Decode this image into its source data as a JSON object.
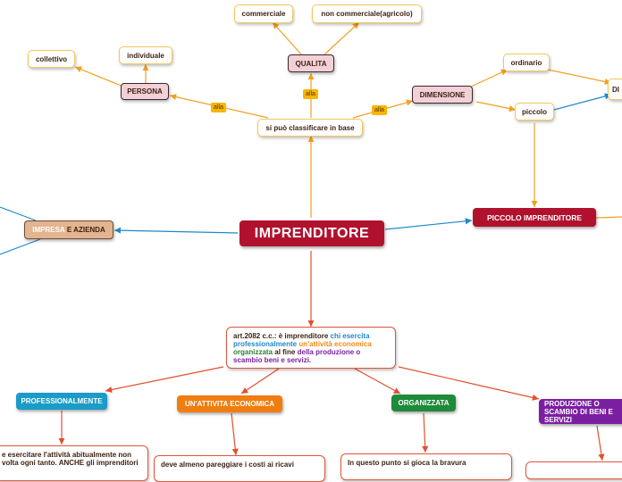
{
  "root": {
    "label": "IMPRENDITORE",
    "color": "#b0122e"
  },
  "base": {
    "label": "si può classificare in base"
  },
  "edge_tag": "alla",
  "qualita": {
    "label": "QUALITA",
    "children": [
      "commerciale",
      "non commerciale(agricolo)"
    ]
  },
  "persona": {
    "label": "PERSONA",
    "children": [
      "individuale",
      "collettivo"
    ]
  },
  "dimensione": {
    "label": "DIMENSIONE",
    "children": [
      "ordinario",
      "piccolo"
    ],
    "partial": "DI"
  },
  "piccolo_imprenditore": {
    "label": "PICCOLO IMPRENDITORE",
    "color": "#b0122e"
  },
  "impresa": {
    "word1": "IMPRESA",
    "word2": "E AZIENDA"
  },
  "definition": {
    "p1": "art.2082 c.c.: è imprenditore",
    "p2": "chi esercita professionalmente",
    "p3": "un'attività economica",
    "p4": "organizzata",
    "p5": "al fine",
    "p6": "della produzione o scambio beni e servizi."
  },
  "branches": {
    "professionalmente": {
      "label": "PROFESSIONALMENTE",
      "color": "#1a9bc8"
    },
    "attivita": {
      "label": "UN'ATTIVITA ECONOMICA",
      "color": "#f07d10"
    },
    "organizzata": {
      "label": "ORGANIZZATA",
      "color": "#1f8a3a"
    },
    "produzione": {
      "label": "PRODUZIONE O SCAMBIO DI BENI E SERVIZI",
      "color": "#7b1fa2"
    }
  },
  "partial_texts": {
    "professionalmente": "e esercitare l'attività abitualmente non volta ogni tanto. ANCHE gli imprenditori",
    "attivita": "deve almeno pareggiare i costi ai ricavi",
    "organizzata": "In questo punto si gioca la bravura"
  },
  "colors": {
    "edge_orange": "#f0a020",
    "edge_blue": "#1e88c8",
    "edge_red": "#e05030"
  }
}
